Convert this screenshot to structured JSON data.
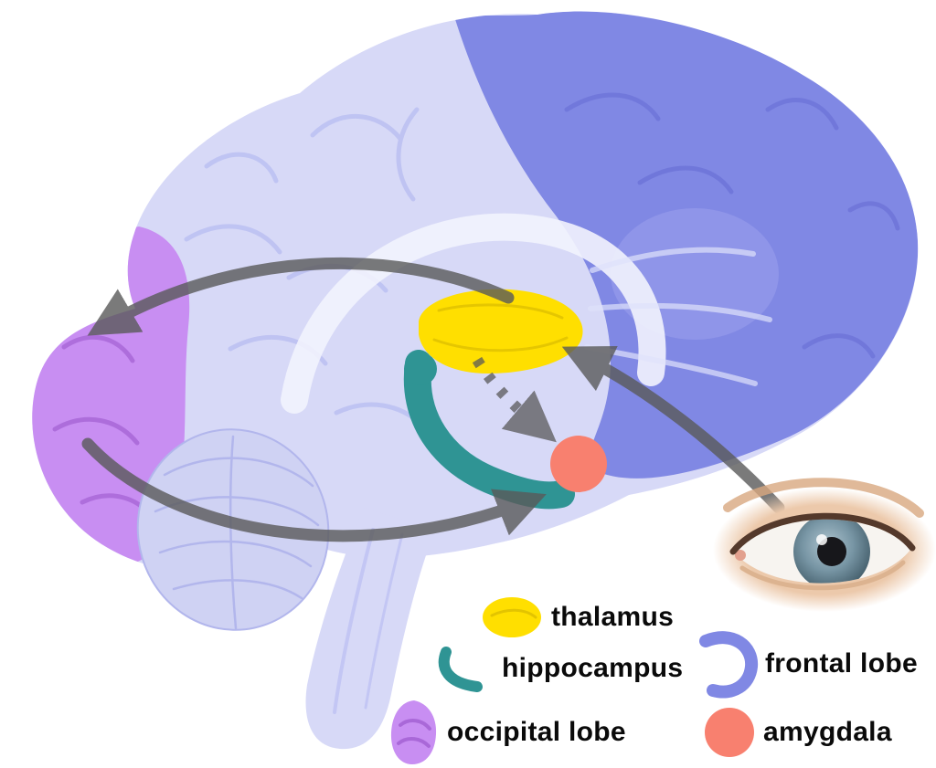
{
  "legend": {
    "items": [
      {
        "id": "thalamus",
        "label": "thalamus"
      },
      {
        "id": "hippocampus",
        "label": "hippocampus"
      },
      {
        "id": "occipital-lobe",
        "label": "occipital lobe"
      },
      {
        "id": "frontal-lobe",
        "label": "frontal lobe"
      },
      {
        "id": "amygdala",
        "label": "amygdala"
      }
    ]
  },
  "colors": {
    "brain_base": "#d7d9f7",
    "brain_shade": "#bdc1f2",
    "frontal_lobe": "#8088e4",
    "occipital_lobe": "#c88ef2",
    "thalamus": "#ffdf00",
    "hippocampus": "#2f9494",
    "amygdala": "#f8806f",
    "arrow": "#5a5a5a",
    "iris": "#7795a4",
    "skin": "#ecc9ab"
  }
}
